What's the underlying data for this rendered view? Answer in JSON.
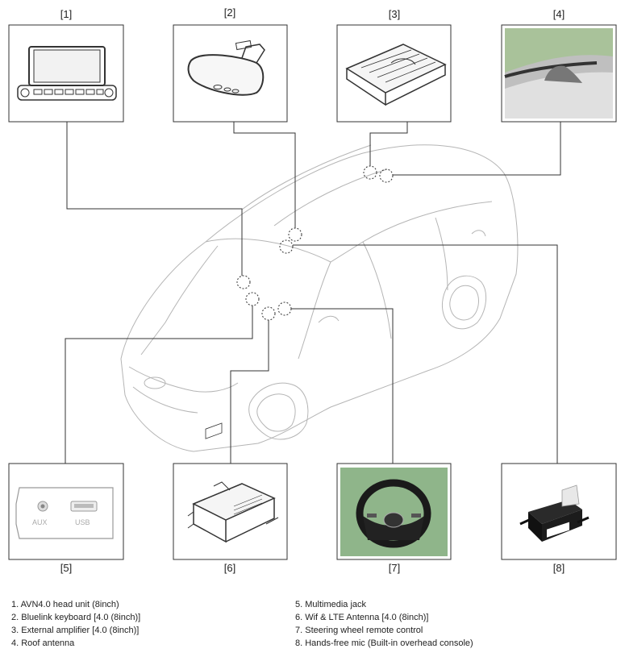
{
  "callouts": {
    "c1": "[1]",
    "c2": "[2]",
    "c3": "[3]",
    "c4": "[4]",
    "c5": "[5]",
    "c6": "[6]",
    "c7": "[7]",
    "c8": "[8]"
  },
  "jack_labels": {
    "aux": "AUX",
    "usb": "USB"
  },
  "legend_left": [
    "1. AVN4.0 head unit (8inch)",
    "2. Bluelink keyboard [4.0 (8inch)]",
    "3. External amplifier [4.0 (8inch)]",
    "4. Roof antenna"
  ],
  "legend_right": [
    "5. Multimedia jack",
    "6. Wif & LTE Antenna [4.0 (8inch)]",
    "7. Steering wheel remote control",
    "8. Hands-free mic (Built-in overhead console)"
  ],
  "colors": {
    "line": "#333333",
    "car_outline": "#b0b0b0",
    "photo_green": "#8fb58a"
  }
}
